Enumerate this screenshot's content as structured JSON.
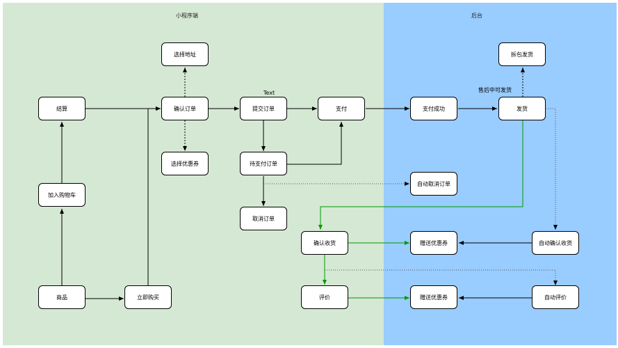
{
  "zones": {
    "left": "小程序端",
    "right": "后台"
  },
  "nodes": {
    "checkout": "结算",
    "add_cart": "加入购物车",
    "goods": "商品",
    "buy_now": "立即购买",
    "select_address": "选择地址",
    "confirm_order": "确认订单",
    "select_coupon": "选择优惠券",
    "submit_order": "提交订单",
    "pending_payment": "待支付订单",
    "cancel_order": "取消订单",
    "pay": "支付",
    "pay_success": "支付成功",
    "ship": "发货",
    "unpack_ship": "拆包发货",
    "auto_cancel": "自动取消订单",
    "confirm_receipt": "确认收货",
    "gift_coupon_1": "赠送优惠券",
    "auto_confirm_receipt": "自动确认收货",
    "review": "评价",
    "gift_coupon_2": "赠送优惠券",
    "auto_review": "自动评价"
  },
  "labels": {
    "text_label": "Text",
    "aftersale_label": "售后中可发货"
  },
  "colors": {
    "zone_left": "#d5e8d4",
    "zone_right": "#99ccff",
    "edge_default": "#000000",
    "edge_green": "#009900"
  }
}
